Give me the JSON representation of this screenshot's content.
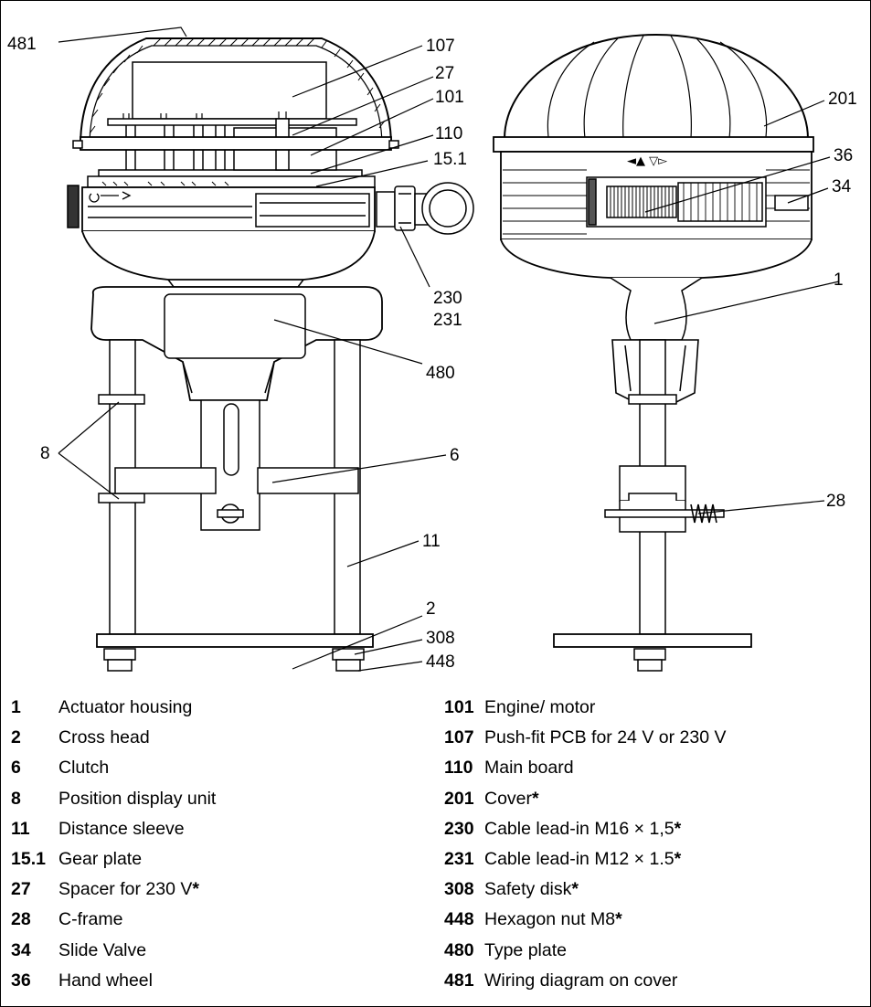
{
  "callouts": {
    "n481": "481",
    "n107": "107",
    "n27": "27",
    "n101": "101",
    "n110": "110",
    "n15_1": "15.1",
    "n230": "230",
    "n231": "231",
    "n480": "480",
    "n8": "8",
    "n6": "6",
    "n11": "11",
    "n2": "2",
    "n308": "308",
    "n448": "448",
    "n201": "201",
    "n36": "36",
    "n34": "34",
    "n1": "1",
    "n28": "28"
  },
  "housing_arrows": "◄▲ ▽▻",
  "legend_left": [
    {
      "num": "1",
      "text": "Actuator housing",
      "star": ""
    },
    {
      "num": "2",
      "text": "Cross head",
      "star": ""
    },
    {
      "num": "6",
      "text": "Clutch",
      "star": ""
    },
    {
      "num": "8",
      "text": "Position display unit",
      "star": ""
    },
    {
      "num": "11",
      "text": "Distance sleeve",
      "star": ""
    },
    {
      "num": "15.1",
      "text": "Gear plate",
      "star": ""
    },
    {
      "num": "27",
      "text": "Spacer for 230 V",
      "star": "*"
    },
    {
      "num": "28",
      "text": "C-frame",
      "star": ""
    },
    {
      "num": "34",
      "text": "Slide Valve",
      "star": ""
    },
    {
      "num": "36",
      "text": "Hand wheel",
      "star": ""
    }
  ],
  "legend_right": [
    {
      "num": "101",
      "text": "Engine/ motor",
      "star": ""
    },
    {
      "num": "107",
      "text": "Push-fit PCB for 24 V or 230 V",
      "star": ""
    },
    {
      "num": "110",
      "text": "Main board",
      "star": ""
    },
    {
      "num": "201",
      "text": "Cover",
      "star": "*"
    },
    {
      "num": "230",
      "text": "Cable lead-in M16 × 1,5",
      "star": "*"
    },
    {
      "num": "231",
      "text": "Cable lead-in M12 × 1.5",
      "star": "*"
    },
    {
      "num": "308",
      "text": "Safety disk",
      "star": "*"
    },
    {
      "num": "448",
      "text": "Hexagon nut M8",
      "star": "*"
    },
    {
      "num": "480",
      "text": "Type plate",
      "star": ""
    },
    {
      "num": "481",
      "text": "Wiring diagram on cover",
      "star": ""
    }
  ]
}
